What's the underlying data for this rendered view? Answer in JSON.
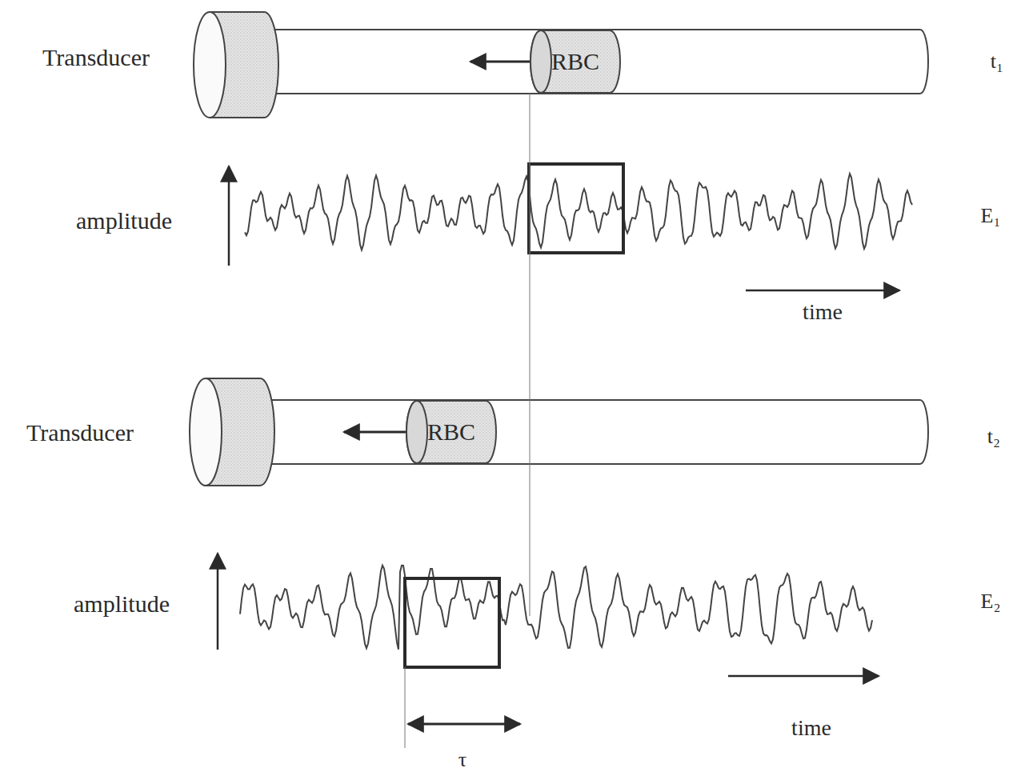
{
  "diagram": {
    "nodes": [
      {
        "text": [
          "RBC"
        ]
      },
      {
        "text": [
          "RBC"
        ]
      }
    ],
    "labels": [
      "Transducer",
      "t₁",
      "amplitude",
      "time",
      "E₁",
      "Transducer",
      "t₂",
      "amplitude",
      "time",
      "E₂",
      "τ"
    ]
  }
}
